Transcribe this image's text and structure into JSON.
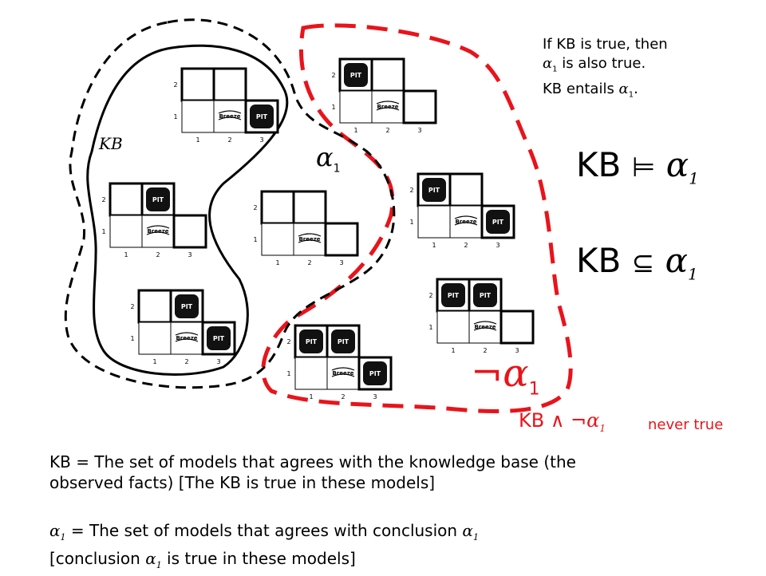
{
  "notes": {
    "line1": "If KB is true, then",
    "line2_alpha": "α",
    "line2_sub": "1",
    "line2_text": " is also true.",
    "line3_text": "KB entails ",
    "line3_alpha": "α",
    "line3_sub": "1",
    "line3_end": "."
  },
  "labels": {
    "kb": "KB",
    "alpha": "α",
    "alpha_sub": "1",
    "not_alpha": "¬α",
    "not_alpha_sub": "1"
  },
  "relations": {
    "entails_left": "KB",
    "entails_symbol": "⊨",
    "entails_alpha": "α",
    "entails_sub": "1",
    "subset_left": "KB",
    "subset_symbol": "⊆",
    "subset_alpha": "α",
    "subset_sub": "1",
    "conj_text": "KB ∧ ¬",
    "conj_alpha": "α",
    "conj_sub": "1",
    "never_true": "never true"
  },
  "bottom": {
    "kb_line1": "KB = The set of models that agrees with the knowledge base (the",
    "kb_line2": "observed facts) [The KB is true in these models]",
    "a_alpha": "α",
    "a_sub": "1",
    "a_line1_text": " = The set of models that agrees with conclusion ",
    "a_line2_pre": "[conclusion ",
    "a_line2_post": " is true in these models]"
  },
  "grid_text": {
    "pit": "PIT",
    "breeze": "Breeze",
    "row2": "2",
    "row1": "1",
    "col1": "1",
    "col2": "2",
    "col3": "3"
  },
  "colors": {
    "kb_boundary": "#000000",
    "alpha_boundary": "#000000",
    "not_alpha_boundary": "#e8141b",
    "red_text": "#e8141b"
  },
  "models": [
    {
      "name": "model-kb-top",
      "pits": [
        "3,1"
      ]
    },
    {
      "name": "model-kb-middle",
      "pits": [
        "2,2"
      ]
    },
    {
      "name": "model-kb-bottom",
      "pits": [
        "2,2",
        "3,1"
      ]
    },
    {
      "name": "model-alpha-only",
      "pits": []
    },
    {
      "name": "model-outside-top",
      "pits": [
        "1,2"
      ]
    },
    {
      "name": "model-outside-mid",
      "pits": [
        "1,2",
        "3,1"
      ]
    },
    {
      "name": "model-outside-right",
      "pits": [
        "1,2",
        "2,2"
      ]
    },
    {
      "name": "model-outside-bottom",
      "pits": [
        "1,2",
        "2,2",
        "3,1"
      ]
    }
  ]
}
